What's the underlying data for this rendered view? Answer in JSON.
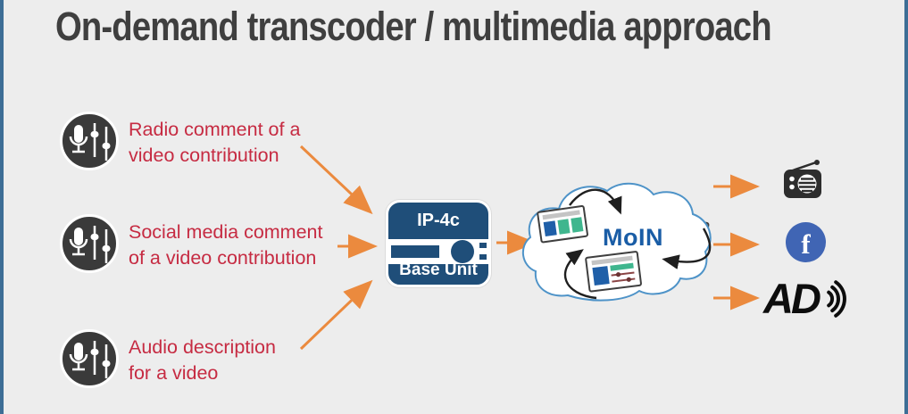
{
  "slide": {
    "title": "On-demand transcoder / multimedia approach"
  },
  "sources": [
    {
      "icon": "microphone-mixer-icon",
      "line1": "Radio comment of a",
      "line2": "video contribution"
    },
    {
      "icon": "microphone-mixer-icon",
      "line1": "Social media comment",
      "line2": "of a video contribution"
    },
    {
      "icon": "microphone-mixer-icon",
      "line1": "Audio description",
      "line2": "for a video"
    }
  ],
  "device": {
    "model": "IP-4c",
    "label": "Base Unit"
  },
  "cloud": {
    "label": "MoIN"
  },
  "outputs": [
    {
      "name": "radio",
      "icon": "radio-icon"
    },
    {
      "name": "facebook",
      "icon": "facebook-icon",
      "glyph": "f"
    },
    {
      "name": "audio-description",
      "icon": "ad-waves-icon",
      "text": "AD"
    }
  ],
  "colors": {
    "background": "#EDEDED",
    "border_blue": "#3D6E96",
    "title_gray": "#3F3F3F",
    "label_red": "#C62B42",
    "arrow_orange": "#EB8A3E",
    "device_navy": "#1F4E79",
    "cloud_stroke_blue": "#4E93C8",
    "moin_blue": "#1A5DA6",
    "facebook_blue": "#4065B4",
    "source_icon_dark": "#3A3A3A",
    "card_green": "#3FB68E",
    "card_blue": "#1F5FA8"
  }
}
